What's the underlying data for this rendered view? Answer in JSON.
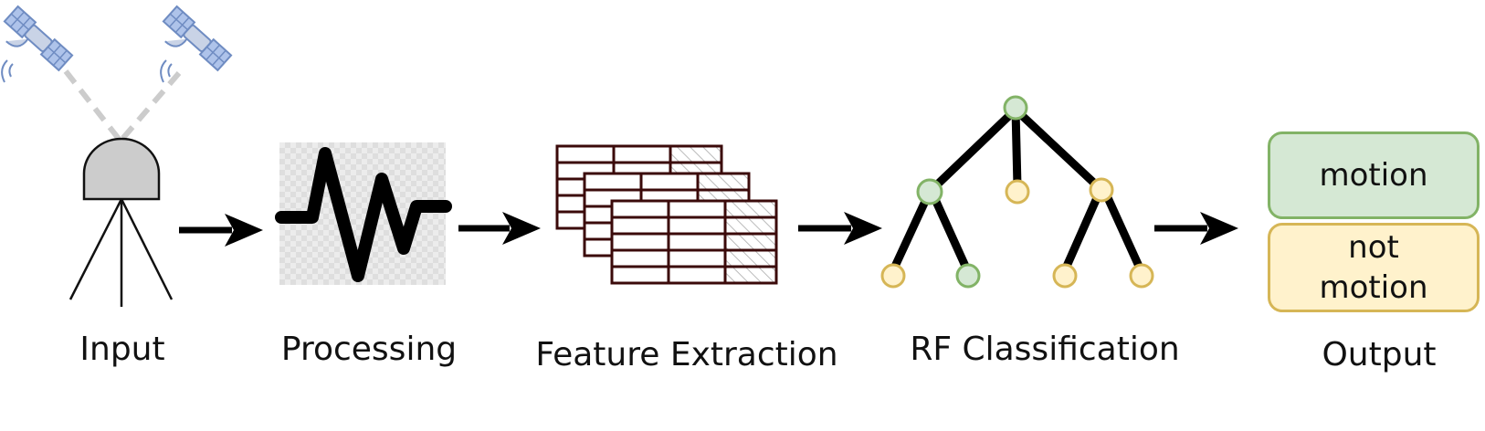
{
  "stages": [
    {
      "id": "input",
      "label": "Input"
    },
    {
      "id": "processing",
      "label": "Processing"
    },
    {
      "id": "feature-extraction",
      "label": "Feature Extraction"
    },
    {
      "id": "rf-classification",
      "label": "RF Classification"
    },
    {
      "id": "output",
      "label": "Output"
    }
  ],
  "output_classes": [
    {
      "label": "motion",
      "fill": "#d5e8d4",
      "stroke": "#82b366"
    },
    {
      "label_line1": "not",
      "label_line2": "motion",
      "fill": "#fff2cc",
      "stroke": "#d6b656"
    }
  ],
  "colors": {
    "satellite": "#7f9ccf",
    "sensor_fill": "#cccccc",
    "arrow": "#000000",
    "table_stroke": "#3b0a0a",
    "tree_root": "#d5e8d4",
    "node_green": "#82b366",
    "node_yellow": "#d6b656"
  },
  "icons": [
    "satellite-icon",
    "sensor-dome-icon",
    "waveform-icon",
    "table-stack-icon",
    "decision-tree-icon",
    "arrow-icon"
  ]
}
